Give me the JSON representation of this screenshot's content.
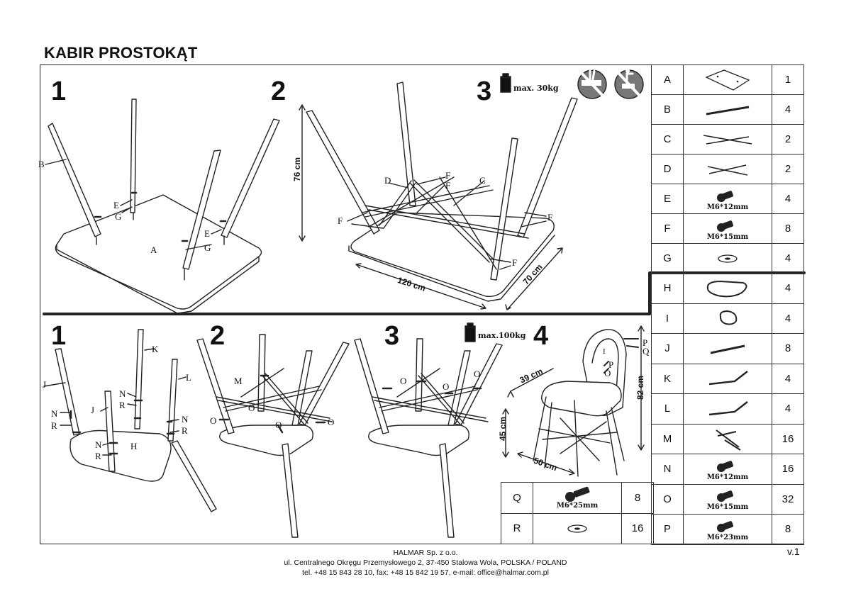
{
  "title": "KABIR PROSTOKĄT",
  "version": "v.1",
  "table_section": {
    "steps": [
      "1",
      "2",
      "3"
    ],
    "max_load": "max. 30kg",
    "dimensions": {
      "height": "76 cm",
      "length": "120 cm",
      "width": "70 cm"
    },
    "callouts": {
      "A": "A",
      "B": "B",
      "C": "C",
      "D": "D",
      "E": "E",
      "F": "F",
      "G": "G"
    }
  },
  "chair_section": {
    "steps": [
      "1",
      "2",
      "3",
      "4"
    ],
    "max_load": "max.100kg",
    "dimensions": {
      "width": "39 cm",
      "seat_height": "45 cm",
      "depth": "50 cm",
      "height": "82 cm"
    },
    "callouts": {
      "H": "H",
      "I": "I",
      "J": "J",
      "K": "K",
      "L": "L",
      "M": "M",
      "N": "N",
      "O": "O",
      "P": "P",
      "Q": "Q",
      "R": "R"
    }
  },
  "parts_table_1": [
    {
      "letter": "A",
      "spec": "",
      "qty": "1",
      "icon": "tabletop-icon"
    },
    {
      "letter": "B",
      "spec": "",
      "qty": "4",
      "icon": "leg-icon"
    },
    {
      "letter": "C",
      "spec": "",
      "qty": "2",
      "icon": "long-brace-icon"
    },
    {
      "letter": "D",
      "spec": "",
      "qty": "2",
      "icon": "short-brace-icon"
    },
    {
      "letter": "E",
      "spec": "M6*12mm",
      "qty": "4",
      "icon": "bolt-icon"
    },
    {
      "letter": "F",
      "spec": "M6*15mm",
      "qty": "8",
      "icon": "bolt-icon"
    },
    {
      "letter": "G",
      "spec": "",
      "qty": "4",
      "icon": "washer-icon"
    }
  ],
  "parts_table_2": [
    {
      "letter": "H",
      "spec": "",
      "qty": "4",
      "icon": "seat-icon"
    },
    {
      "letter": "I",
      "spec": "",
      "qty": "4",
      "icon": "backrest-icon"
    },
    {
      "letter": "J",
      "spec": "",
      "qty": "8",
      "icon": "chair-leg-icon"
    },
    {
      "letter": "K",
      "spec": "",
      "qty": "4",
      "icon": "back-leg-icon"
    },
    {
      "letter": "L",
      "spec": "",
      "qty": "4",
      "icon": "back-leg-icon"
    },
    {
      "letter": "M",
      "spec": "",
      "qty": "16",
      "icon": "cross-brace-icon"
    },
    {
      "letter": "N",
      "spec": "M6*12mm",
      "qty": "16",
      "icon": "bolt-icon"
    },
    {
      "letter": "O",
      "spec": "M6*15mm",
      "qty": "32",
      "icon": "bolt-icon"
    },
    {
      "letter": "P",
      "spec": "M6*23mm",
      "qty": "8",
      "icon": "bolt-icon"
    }
  ],
  "parts_table_3": [
    {
      "letter": "Q",
      "spec": "M6*25mm",
      "qty": "8",
      "icon": "long-bolt-icon"
    },
    {
      "letter": "R",
      "spec": "",
      "qty": "16",
      "icon": "washer-icon"
    }
  ],
  "footer": {
    "company": "HALMAR Sp. z o.o.",
    "address": "ul. Centralnego Okręgu Przemysłowego 2, 37-450 Stalowa Wola, POLSKA / POLAND",
    "contact": "tel. +48 15 843 28 10, fax: +48 15 842 19 57, e-mail: office@halmar.com.pl"
  }
}
